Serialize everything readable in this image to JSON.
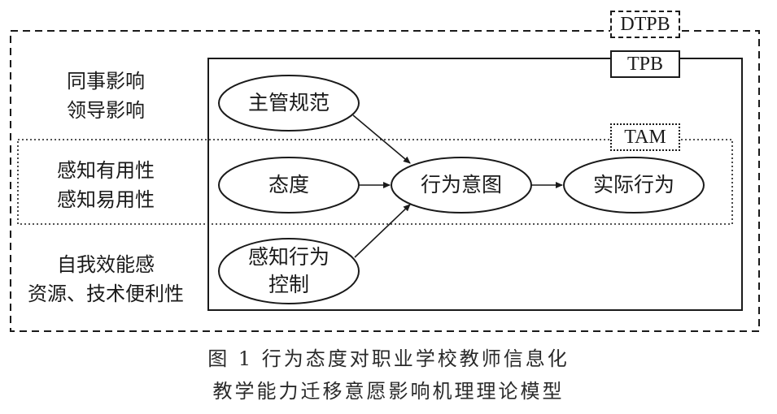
{
  "boxes": {
    "dtpb": "DTPB",
    "tpb": "TPB",
    "tam": "TAM"
  },
  "side_labels": {
    "social": [
      "同事影响",
      "领导影响"
    ],
    "perception": [
      "感知有用性",
      "感知易用性"
    ],
    "control": [
      "自我效能感",
      "资源、技术便利性"
    ]
  },
  "nodes": {
    "subjective_norm": "主管规范",
    "attitude": "态度",
    "intention": "行为意图",
    "behavior": "实际行为",
    "perceived_control_line1": "感知行为",
    "perceived_control_line2": "控制"
  },
  "caption": {
    "line1": "图 1  行为态度对职业学校教师信息化",
    "line2": "教学能力迁移意愿影响机理理论模型"
  }
}
